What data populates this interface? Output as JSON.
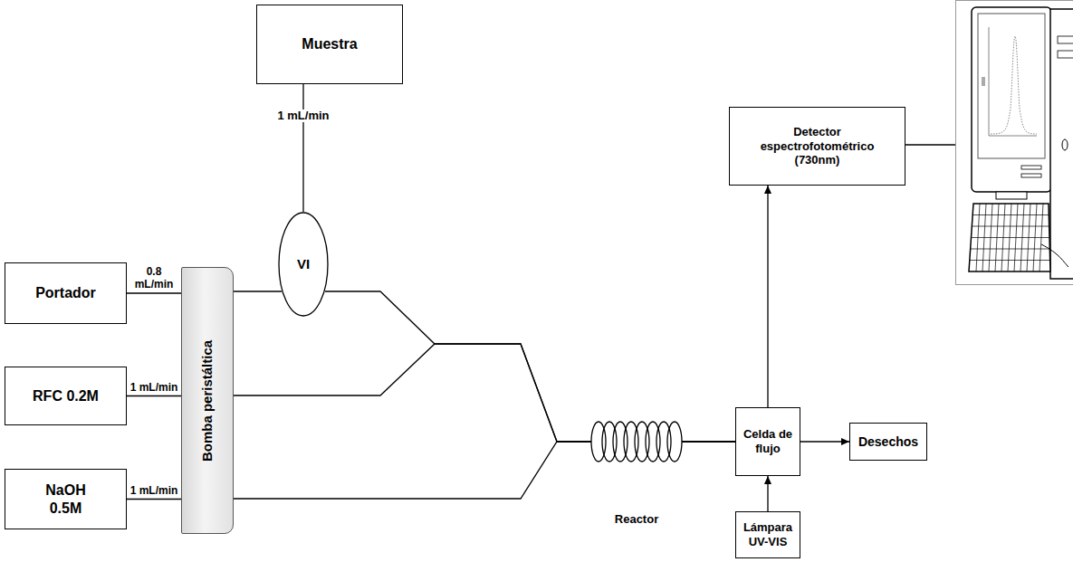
{
  "diagram": {
    "nodes": [
      {
        "text": [
          "Muestra"
        ]
      },
      {
        "text": [
          "Portador"
        ]
      },
      {
        "text": [
          "RFC 0.2M"
        ]
      },
      {
        "text": [
          "NaOH 0.5M"
        ]
      },
      {
        "text": [
          "Bomba peristáltica"
        ]
      },
      {
        "text": [
          "VI"
        ]
      },
      {
        "text": [
          "Detector espectrofotométrico (730nm)"
        ]
      },
      {
        "text": [
          "Celda de flujo"
        ]
      },
      {
        "text": [
          "Desechos"
        ]
      },
      {
        "text": [
          "Lámpara UV-VIS"
        ]
      }
    ],
    "edges": [
      {
        "from": 0,
        "to": 5,
        "arrow": "none",
        "label": "1 mL/min"
      },
      {
        "from": 1,
        "to": 4,
        "arrow": "none",
        "label": "0.8 mL/min"
      },
      {
        "from": 2,
        "to": 4,
        "arrow": "none",
        "label": "1 mL/min"
      },
      {
        "from": 3,
        "to": 4,
        "arrow": "none",
        "label": "1 mL/min"
      },
      {
        "from": 4,
        "to": 5,
        "arrow": "none"
      },
      {
        "from": 5,
        "to": 7,
        "arrow": "none"
      },
      {
        "from": 4,
        "to": 7,
        "arrow": "none"
      },
      {
        "from": 4,
        "to": 7,
        "arrow": "none"
      },
      {
        "from": 9,
        "to": 7,
        "arrow": "to"
      },
      {
        "from": 7,
        "to": 6,
        "arrow": "to"
      },
      {
        "from": 7,
        "to": 8,
        "arrow": "to"
      }
    ],
    "labels": [
      "Reactor"
    ]
  }
}
